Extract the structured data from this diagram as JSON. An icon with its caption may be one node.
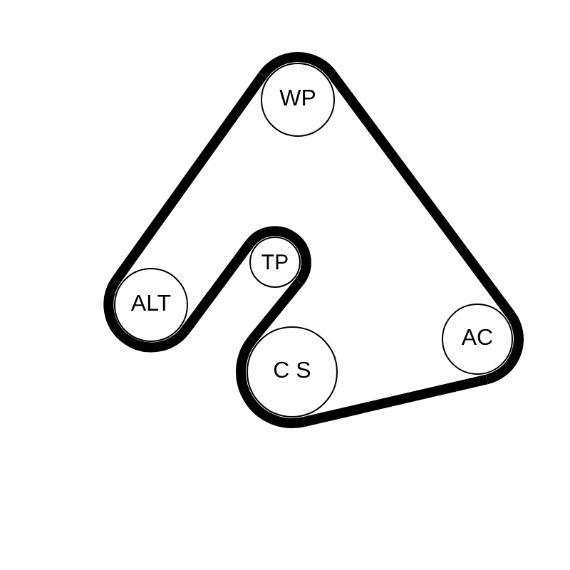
{
  "diagram": {
    "nodes": [
      {
        "text": [
          "WP"
        ]
      },
      {
        "text": [
          "TP"
        ]
      },
      {
        "text": [
          "ALT"
        ]
      },
      {
        "text": [
          "AC"
        ]
      },
      {
        "text": [
          "C S"
        ]
      }
    ],
    "edges": [
      {
        "from": 2,
        "to": 0,
        "arrow": "none"
      },
      {
        "from": 0,
        "to": 3,
        "arrow": "none"
      },
      {
        "from": 3,
        "to": 4,
        "arrow": "none"
      },
      {
        "from": 4,
        "to": 1,
        "arrow": "none"
      },
      {
        "from": 1,
        "to": 2,
        "arrow": "none"
      }
    ]
  }
}
